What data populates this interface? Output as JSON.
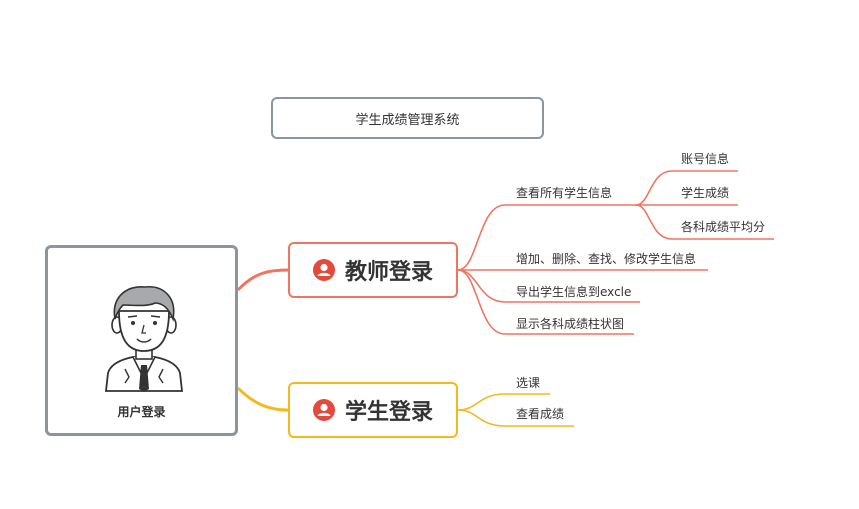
{
  "title": "学生成绩管理系统",
  "root": {
    "label": "用户登录",
    "icon": "user-avatar-icon"
  },
  "colors": {
    "teacher": "#f07560",
    "student": "#f5b91d",
    "border": "#8a95a2",
    "icon": "#e24a3b"
  },
  "teacher": {
    "label": "教师登录",
    "icon": "person-circle-icon",
    "items": [
      {
        "label": "查看所有学生信息",
        "children": [
          "账号信息",
          "学生成绩",
          "各科成绩平均分"
        ]
      },
      {
        "label": "增加、删除、查找、修改学生信息"
      },
      {
        "label": "导出学生信息到excle"
      },
      {
        "label": "显示各科成绩柱状图"
      }
    ]
  },
  "student": {
    "label": "学生登录",
    "icon": "person-circle-icon",
    "items": [
      "选课",
      "查看成绩"
    ]
  }
}
